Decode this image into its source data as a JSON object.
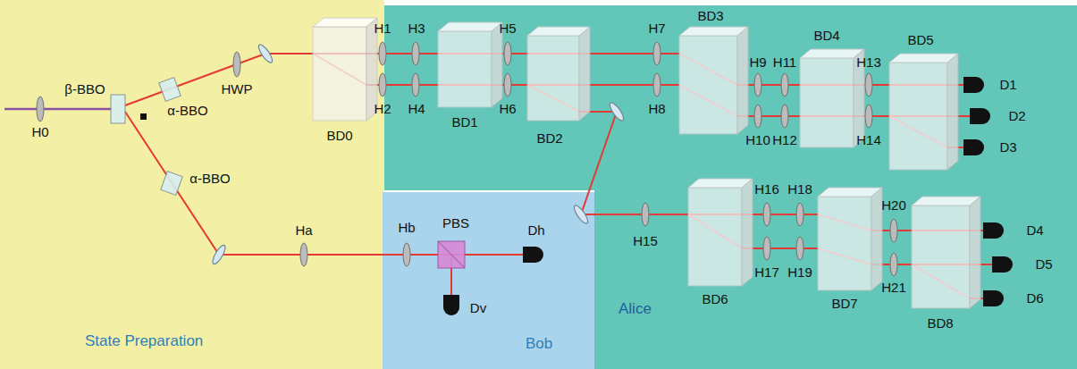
{
  "diagram": {
    "nodes": [
      {
        "text": [
          "State Preparation"
        ]
      },
      {
        "text": [
          "Alice"
        ]
      },
      {
        "text": [
          "Bob"
        ]
      }
    ],
    "labels": [
      "H0",
      "β-BBO",
      "α-BBO",
      "α-BBO",
      "HWP",
      "BD0",
      "H1",
      "H2",
      "H3",
      "H4",
      "BD1",
      "H5",
      "H6",
      "BD2",
      "H7",
      "H8",
      "BD3",
      "H9",
      "H10",
      "H11",
      "H12",
      "BD4",
      "H13",
      "H14",
      "BD5",
      "D1",
      "D2",
      "D3",
      "H15",
      "BD6",
      "H16",
      "H17",
      "H18",
      "H19",
      "BD7",
      "H20",
      "H21",
      "BD8",
      "D4",
      "D5",
      "D6",
      "Ha",
      "Hb",
      "PBS",
      "Dh",
      "Dv"
    ]
  }
}
